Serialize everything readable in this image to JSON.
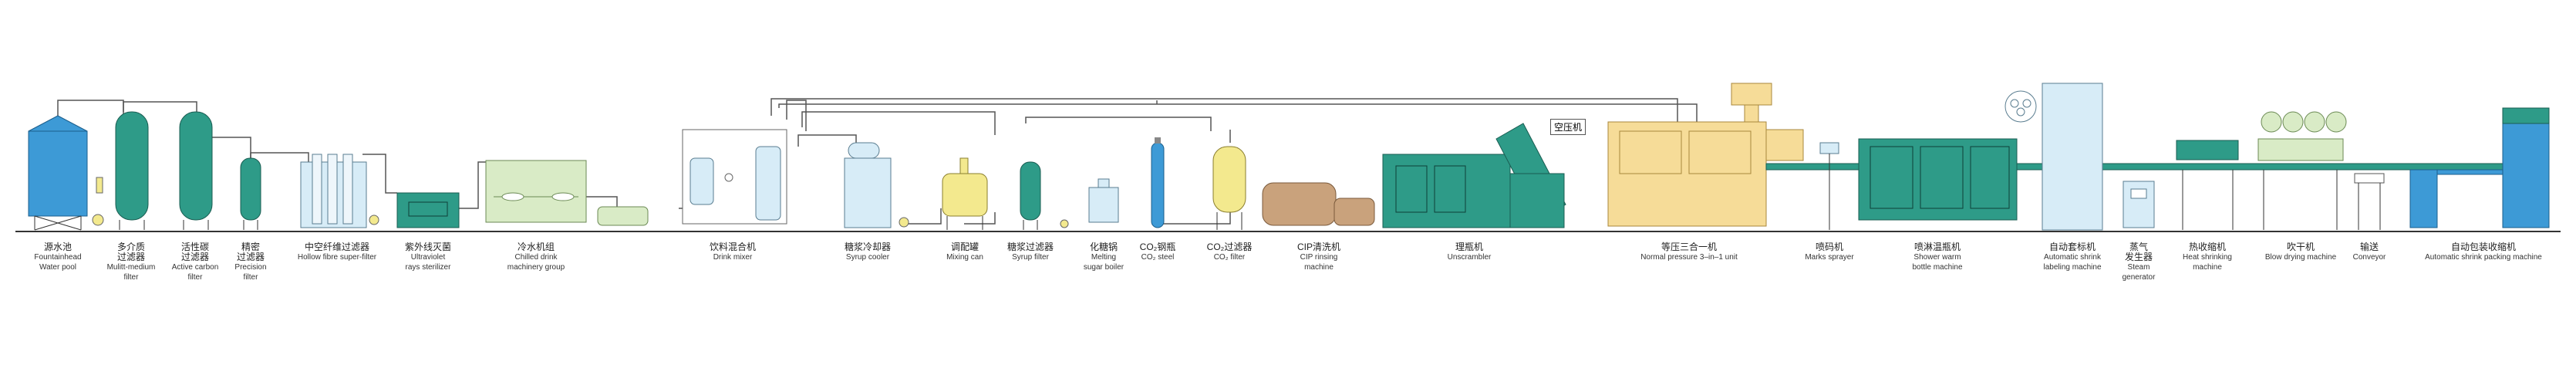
{
  "colors": {
    "water_blue": "#3d9ad6",
    "teal": "#2e9b88",
    "light_blue": "#d7ecf7",
    "light_green": "#d9ebc6",
    "yellow": "#f3e98e",
    "tan": "#c9a27c",
    "cream": "#f6dc98",
    "gray_pipe": "#555555"
  },
  "air_compressor_label": "空压机",
  "equipment": [
    {
      "zh": "源水池",
      "en": [
        "Fountainhead",
        "Water pool"
      ]
    },
    {
      "zh": "多介质\n过滤器",
      "en": [
        "Mulitt-medium",
        "filter"
      ]
    },
    {
      "zh": "活性碳\n过滤器",
      "en": [
        "Active carbon",
        "filter"
      ]
    },
    {
      "zh": "精密\n过滤器",
      "en": [
        "Precision",
        "filter"
      ]
    },
    {
      "zh": "中空纤维过滤器",
      "en": [
        "Hollow fibre super-filter"
      ]
    },
    {
      "zh": "紫外线灭菌",
      "en": [
        "Ultraviolet",
        "rays sterilizer"
      ]
    },
    {
      "zh": "冷水机组",
      "en": [
        "Chilled drink",
        "machinery group"
      ]
    },
    {
      "zh": "饮料混合机",
      "en": [
        "Drink mixer"
      ]
    },
    {
      "zh": "糖浆冷却器",
      "en": [
        "Syrup cooler"
      ]
    },
    {
      "zh": "调配罐",
      "en": [
        "Mixing can"
      ]
    },
    {
      "zh": "糖浆过滤器",
      "en": [
        "Syrup filter"
      ]
    },
    {
      "zh": "化糖锅",
      "en": [
        "Melting",
        "sugar boiler"
      ]
    },
    {
      "zh": "CO₂钢瓶",
      "en": [
        "CO₂ steel"
      ]
    },
    {
      "zh": "CO₂过滤器",
      "en": [
        "CO₂ filter"
      ]
    },
    {
      "zh": "CIP清洗机",
      "en": [
        "CIP rinsing",
        "machine"
      ]
    },
    {
      "zh": "理瓶机",
      "en": [
        "Unscrambler"
      ]
    },
    {
      "zh": "等压三合一机",
      "en": [
        "Normal pressure 3–in–1 unit"
      ]
    },
    {
      "zh": "喷码机",
      "en": [
        "Marks sprayer"
      ]
    },
    {
      "zh": "喷淋温瓶机",
      "en": [
        "Shower warm",
        "bottle machine"
      ]
    },
    {
      "zh": "自动套标机",
      "en": [
        "Automatic shrink",
        "labeling machine"
      ]
    },
    {
      "zh": "蒸气\n发生器",
      "en": [
        "Steam",
        "generator"
      ]
    },
    {
      "zh": "热收缩机",
      "en": [
        "Heat shrinking",
        "machine"
      ]
    },
    {
      "zh": "吹干机",
      "en": [
        "Blow drying machine"
      ]
    },
    {
      "zh": "输送",
      "en": [
        "Conveyor"
      ]
    },
    {
      "zh": "自动包装收缩机",
      "en": [
        "Automatic shrink packing machine"
      ]
    }
  ]
}
